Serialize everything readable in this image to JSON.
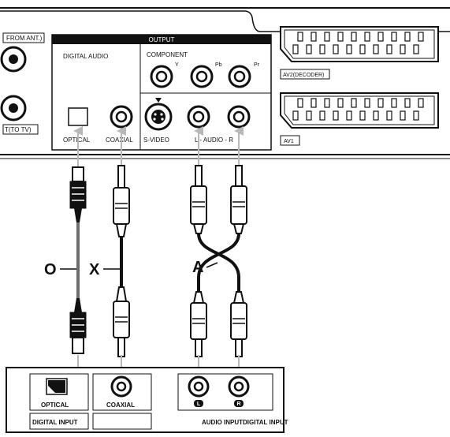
{
  "panel": {
    "output_title": "OUTPUT",
    "digital_audio_label": "DIGITAL AUDIO",
    "component_label": "COMPONENT",
    "y_label": "Y",
    "pb_label": "Pb",
    "pr_label": "Pr",
    "optical_label": "OPTICAL",
    "coaxial_label": "COAXIAL",
    "svideo_label": "S-VIDEO",
    "audio_label": "L - AUDIO - R",
    "from_ant_label": "FROM ANT.)",
    "to_tv_label": "T(TO TV)",
    "av2_label": "AV2(DECODER)",
    "av1_label": "AV1"
  },
  "cables": {
    "optical_tag": "O",
    "coaxial_tag": "X",
    "audio_tag": "A"
  },
  "receiver": {
    "optical_label": "OPTICAL",
    "coaxial_label": "COAXIAL",
    "digital_input_label": "DIGITAL INPUT",
    "audio_input_label": "AUDIO INPUTDIGITAL INPUT",
    "left_badge": "L",
    "right_badge": "R"
  },
  "colors": {
    "ink": "#111111",
    "panel_fill": "#ffffff",
    "cable_dark": "#1a1a1a",
    "optical_cable": "#6d6d6d",
    "arrow": "#b8b8b8"
  }
}
